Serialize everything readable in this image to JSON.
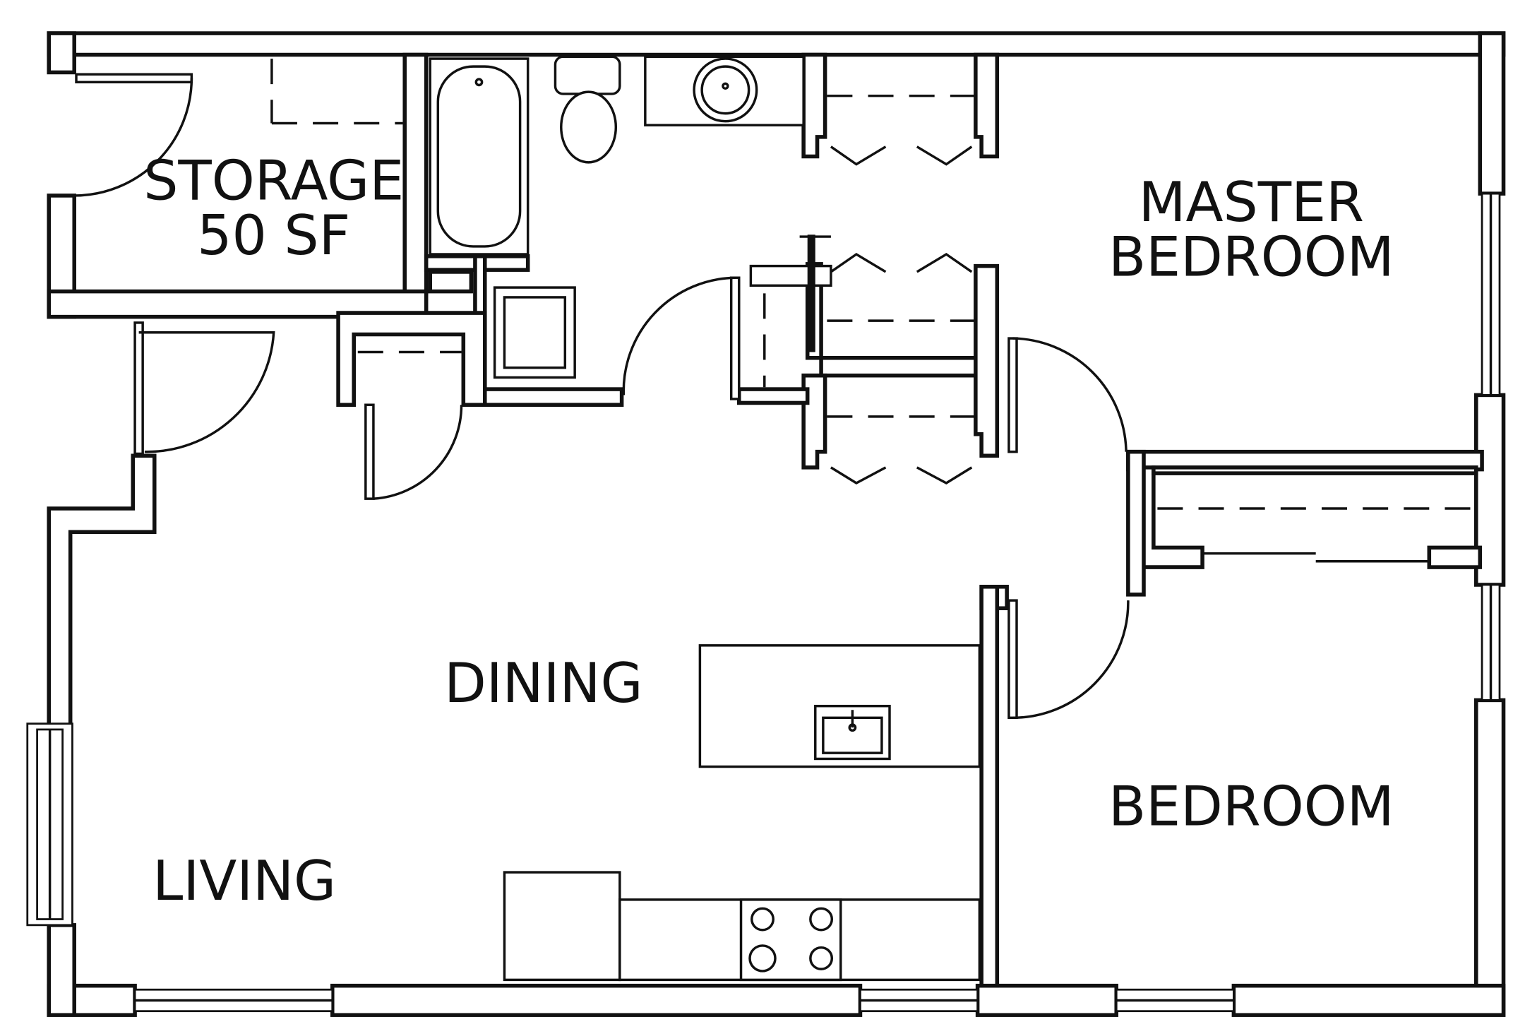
{
  "rooms": {
    "storage": {
      "name": "STORAGE",
      "area": "50 SF"
    },
    "master_bedroom": {
      "line1": "MASTER",
      "line2": "BEDROOM"
    },
    "dining": {
      "name": "DINING"
    },
    "living": {
      "name": "LIVING"
    },
    "bedroom": {
      "name": "BEDROOM"
    }
  }
}
